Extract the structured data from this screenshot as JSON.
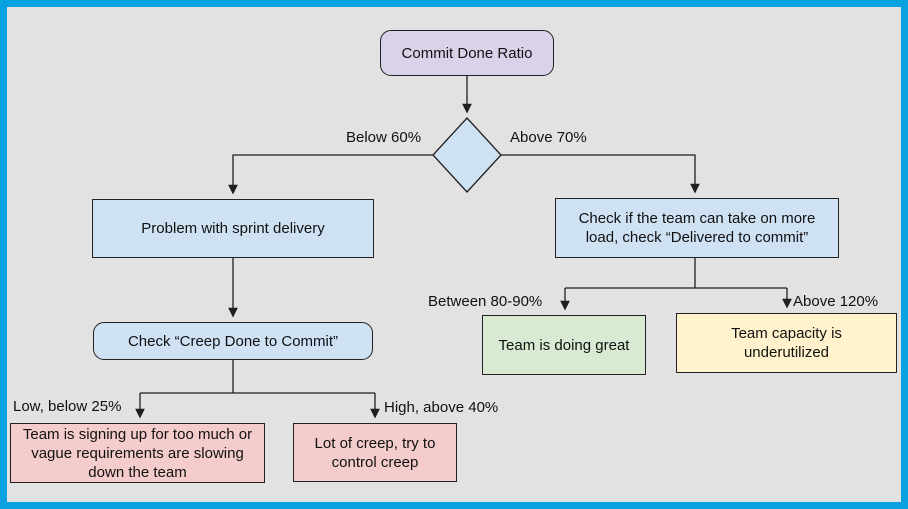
{
  "colors": {
    "frame_border": "#09a1e0",
    "canvas_background": "#e2e2e2",
    "line_stroke": "#1f1f1f",
    "purple_node": "#d9d2e9",
    "blue_node": "#cfe2f3",
    "green_node": "#d9ead3",
    "yellow_node": "#fff2cc",
    "pink_node": "#f4cccc"
  },
  "nodes": {
    "root": {
      "label": "Commit Done Ratio",
      "fill": "#d9d2e9",
      "shape": "rounded-rectangle"
    },
    "decision": {
      "label": "",
      "fill": "#cfe2f3",
      "shape": "diamond"
    },
    "problem": {
      "label": "Problem with sprint delivery",
      "fill": "#cfe2f3",
      "shape": "rectangle"
    },
    "more_load": {
      "label": "Check if the team can take on more load, check “Delivered to commit”",
      "fill": "#cfe2f3",
      "shape": "rectangle"
    },
    "creep_check": {
      "label": "Check “Creep Done to Commit”",
      "fill": "#cfe2f3",
      "shape": "rounded-rectangle"
    },
    "doing_great": {
      "label": "Team is doing great",
      "fill": "#d9ead3",
      "shape": "rectangle"
    },
    "underutilized": {
      "label": "Team capacity is underutilized",
      "fill": "#fff2cc",
      "shape": "rectangle"
    },
    "too_much": {
      "label": "Team is signing up for too much or vague requirements are slowing down the team",
      "fill": "#f4cccc",
      "shape": "rectangle"
    },
    "lot_of_creep": {
      "label": "Lot of creep, try to control creep",
      "fill": "#f4cccc",
      "shape": "rectangle"
    }
  },
  "edge_labels": {
    "below_60": "Below 60%",
    "above_70": "Above 70%",
    "between_80_90": "Between 80-90%",
    "above_120": "Above 120%",
    "low_below_25": "Low, below 25%",
    "high_above_40": "High, above 40%"
  }
}
